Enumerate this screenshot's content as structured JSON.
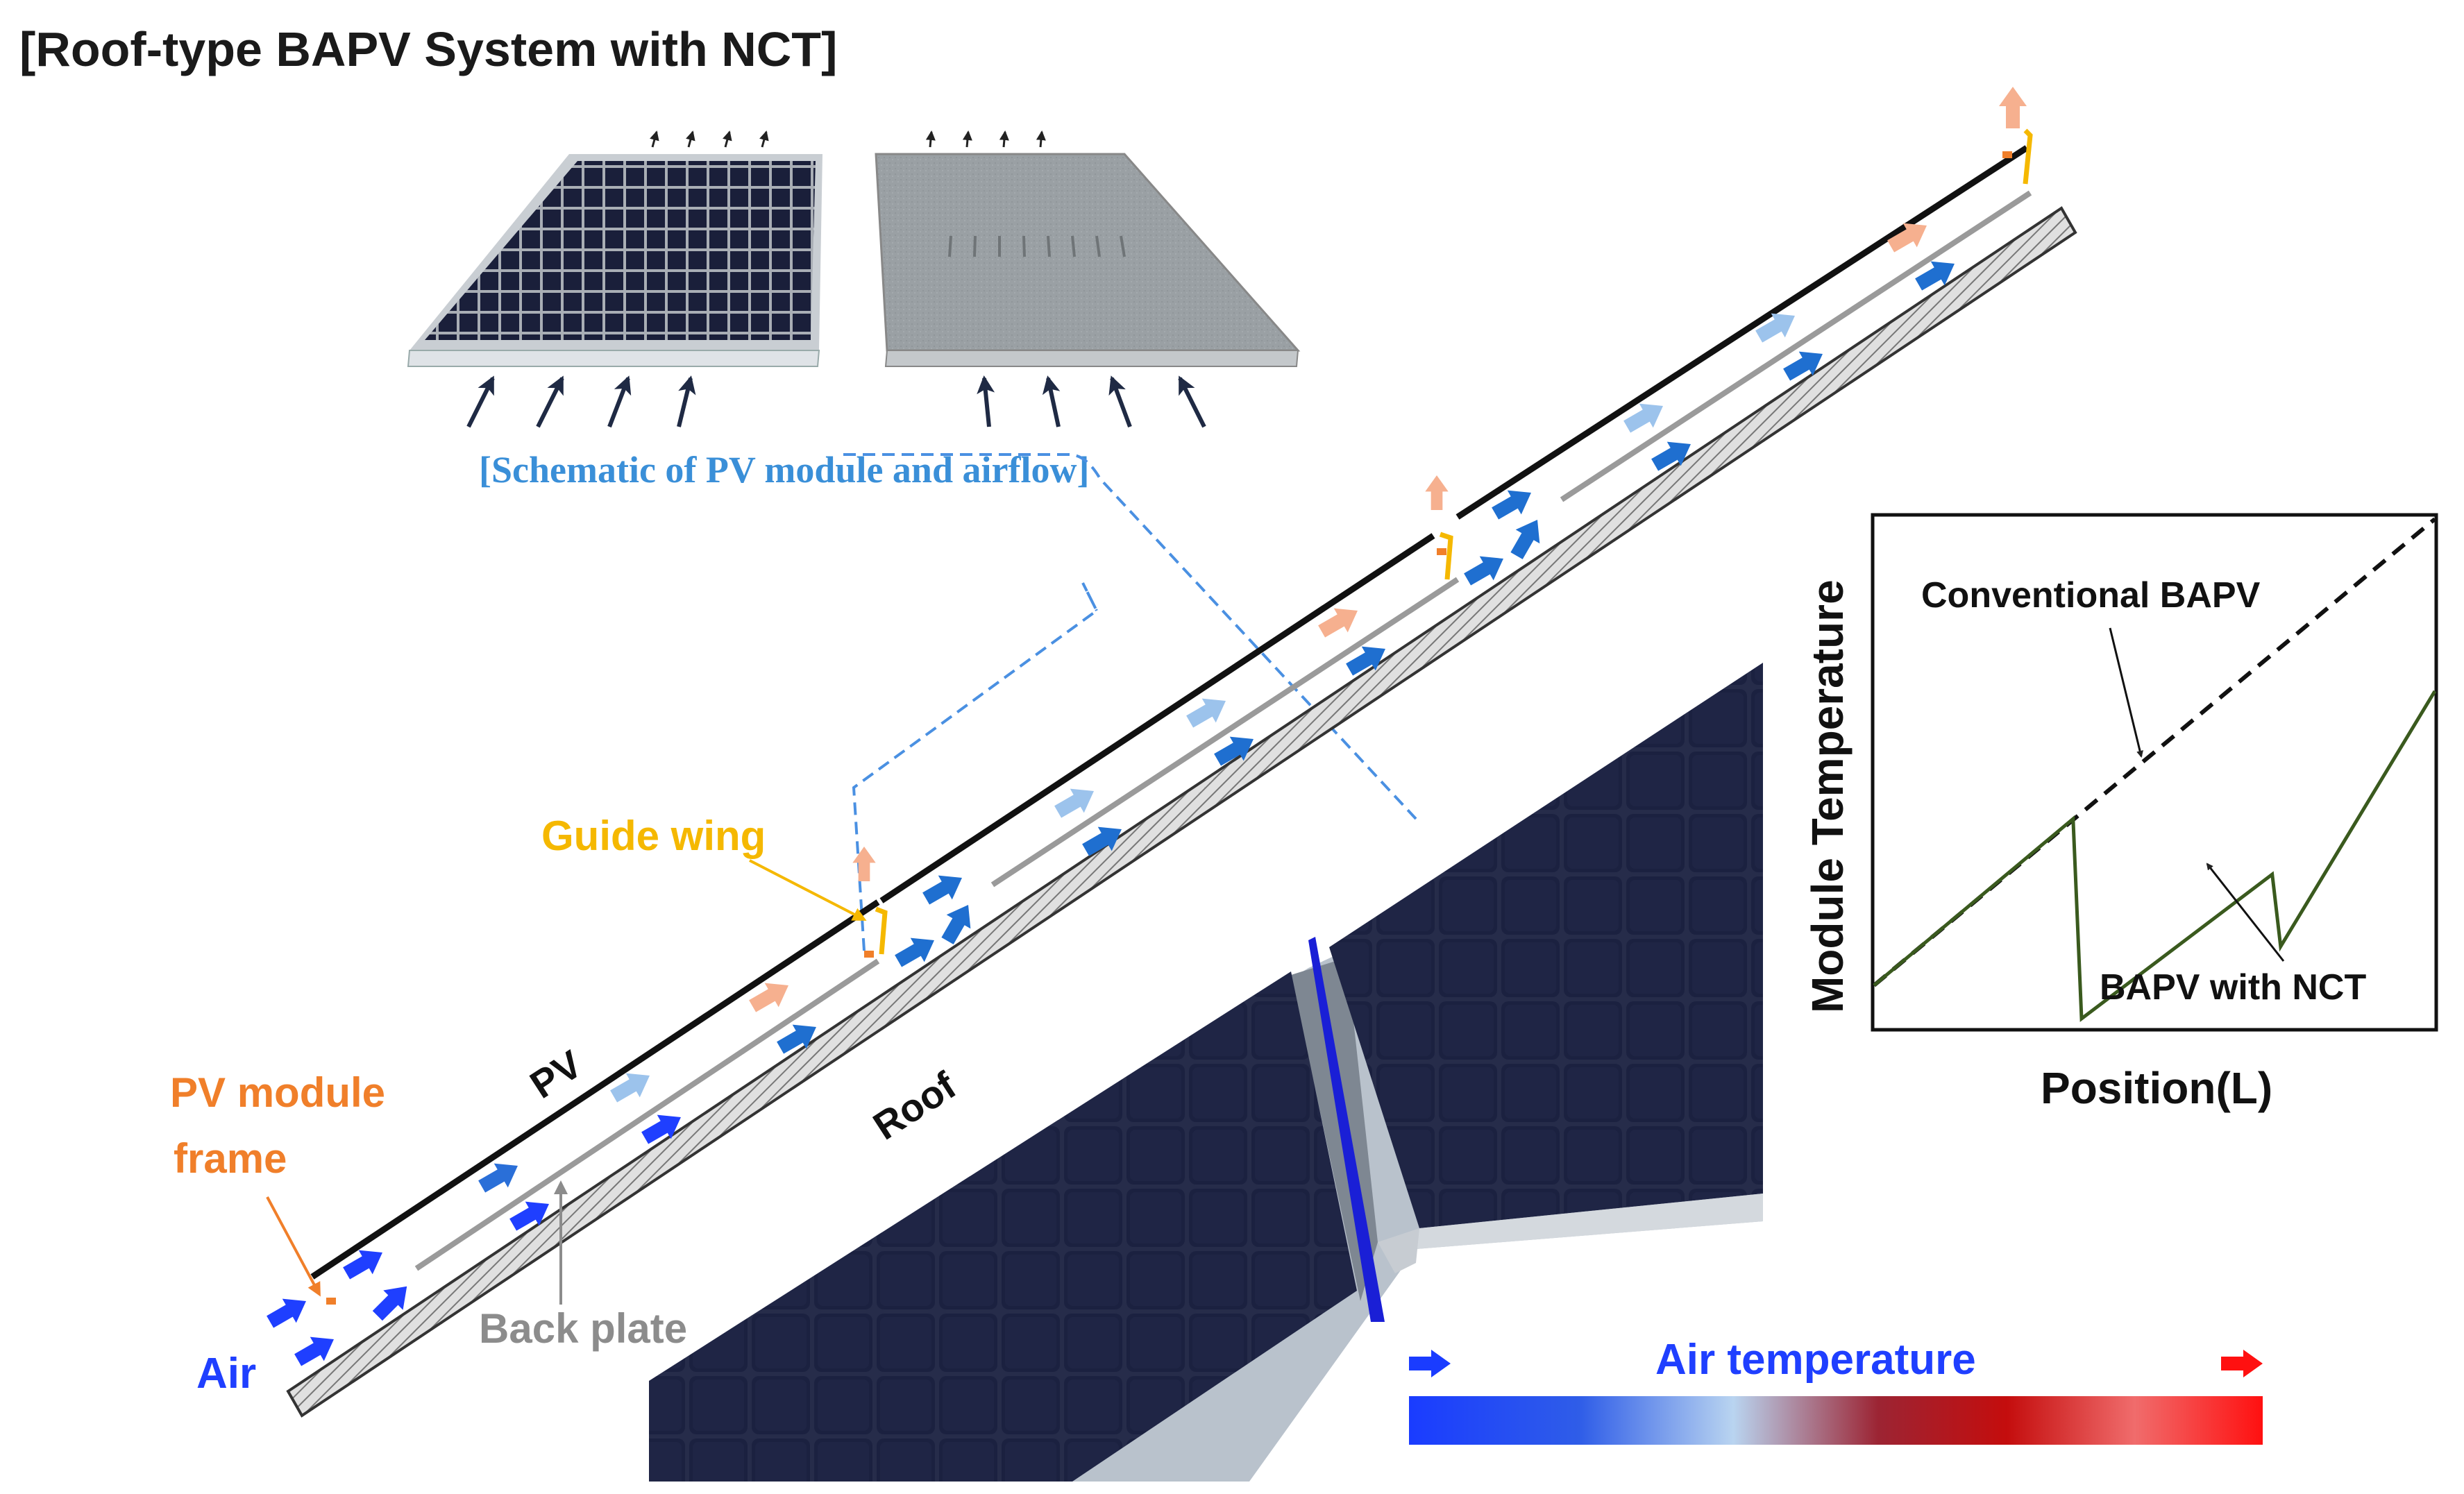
{
  "title": "[Roof-type BAPV System with NCT]",
  "schematic_caption": "[Schematic of PV module and airflow]",
  "labels": {
    "pv": "PV",
    "roof": "Roof",
    "guide_wing": "Guide wing",
    "pv_module_frame_line1": "PV module",
    "pv_module_frame_line2": "frame",
    "back_plate": "Back plate",
    "air": "Air",
    "air_temperature": "Air temperature"
  },
  "colors": {
    "guide_wing": "#F5B800",
    "frame_label": "#F07F2A",
    "air_blue": "#1F3FFF",
    "caption_blue": "#3A8FD8",
    "back_plate_gray": "#8C8C8C",
    "curve_green": "#3A5A1E",
    "temp_cold": "#1A3CFF",
    "temp_hot": "#FF1010"
  },
  "chart": {
    "ylabel": "Module Temperature",
    "xlabel": "Position(L)",
    "conventional_label": "Conventional BAPV",
    "nct_label": "BAPV with NCT"
  },
  "chart_data": {
    "type": "line",
    "title": "",
    "xlabel": "Position(L)",
    "ylabel": "Module Temperature",
    "series": [
      {
        "name": "Conventional BAPV",
        "x": [
          0,
          1
        ],
        "y": [
          0.0,
          0.84
        ]
      },
      {
        "name": "BAPV with NCT",
        "x": [
          0,
          0.355,
          0.37,
          0.71,
          0.725,
          1.0
        ],
        "y": [
          0.0,
          0.3,
          -0.06,
          0.2,
          0.07,
          0.53
        ]
      }
    ]
  }
}
